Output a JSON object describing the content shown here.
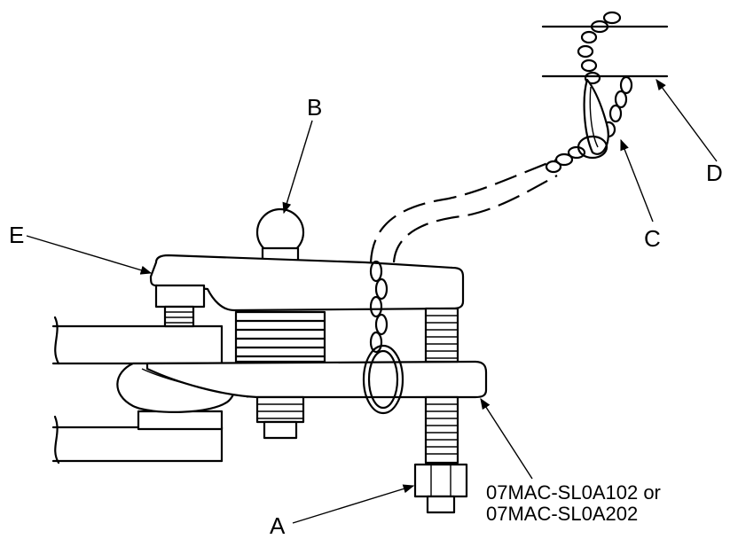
{
  "callouts": {
    "a": "A",
    "b": "B",
    "c": "C",
    "d": "D",
    "e": "E"
  },
  "tool_number": {
    "line1": "07MAC-SL0A102 or",
    "line2": "07MAC-SL0A202"
  }
}
